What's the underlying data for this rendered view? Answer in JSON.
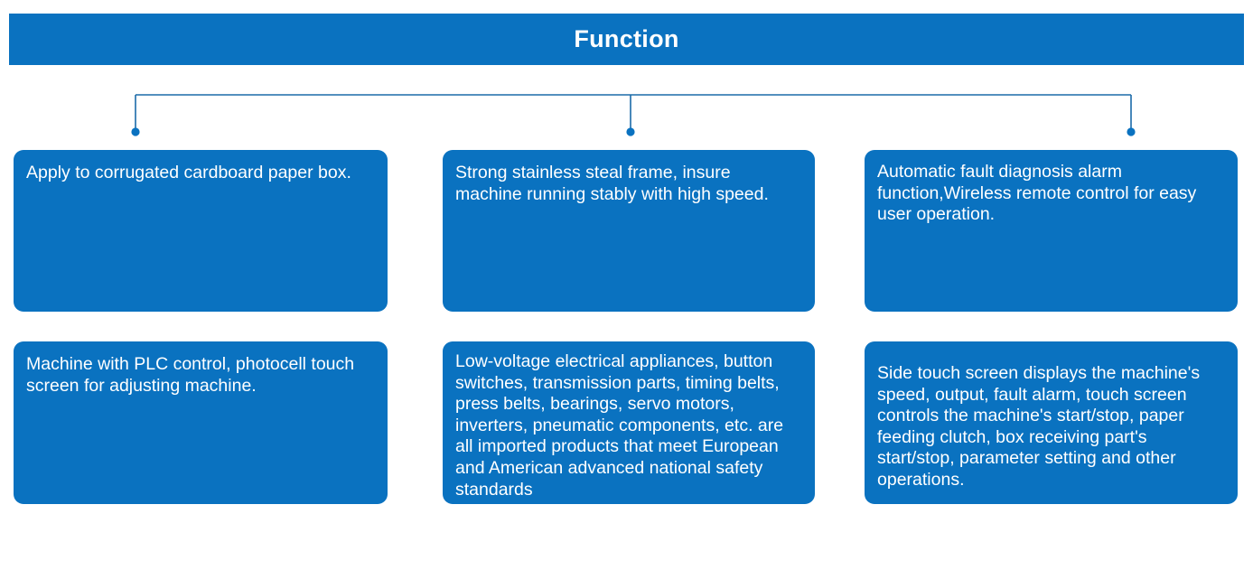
{
  "header": {
    "title": "Function",
    "background_color": "#0A72C0",
    "text_color": "#FFFFFF"
  },
  "connector": {
    "line_color": "#1B6BA8",
    "dot_color": "#0A72C0",
    "branch_count": 3
  },
  "cards": [
    {
      "id": "apply-corrugated",
      "row": 1,
      "column": 1,
      "text": "Apply to corrugated cardboard paper box.",
      "background_color": "#0A72C0",
      "text_color": "#FFFFFF"
    },
    {
      "id": "stainless-frame",
      "row": 1,
      "column": 2,
      "text": "Strong stainless steal frame, insure machine running stably with high speed.",
      "background_color": "#0A72C0",
      "text_color": "#FFFFFF"
    },
    {
      "id": "fault-diagnosis",
      "row": 1,
      "column": 3,
      "text": "Automatic fault diagnosis alarm function,Wireless remote control for easy user operation.",
      "background_color": "#0A72C0",
      "text_color": "#FFFFFF"
    },
    {
      "id": "plc-control",
      "row": 2,
      "column": 1,
      "text": "Machine with PLC control, photocell touch screen for adjusting machine.",
      "background_color": "#0A72C0",
      "text_color": "#FFFFFF"
    },
    {
      "id": "imported-components",
      "row": 2,
      "column": 2,
      "text": "Low-voltage electrical appliances, button switches, transmission parts, timing belts, press belts, bearings, servo motors, inverters, pneumatic components, etc. are all imported products that meet European and American advanced national safety standards",
      "background_color": "#0A72C0",
      "text_color": "#FFFFFF"
    },
    {
      "id": "side-touch-screen",
      "row": 2,
      "column": 3,
      "text": "Side touch screen displays the machine's speed, output, fault alarm, touch screen controls the machine's start/stop, paper feeding clutch, box receiving part's start/stop, parameter setting and other operations.",
      "background_color": "#0A72C0",
      "text_color": "#FFFFFF"
    }
  ]
}
